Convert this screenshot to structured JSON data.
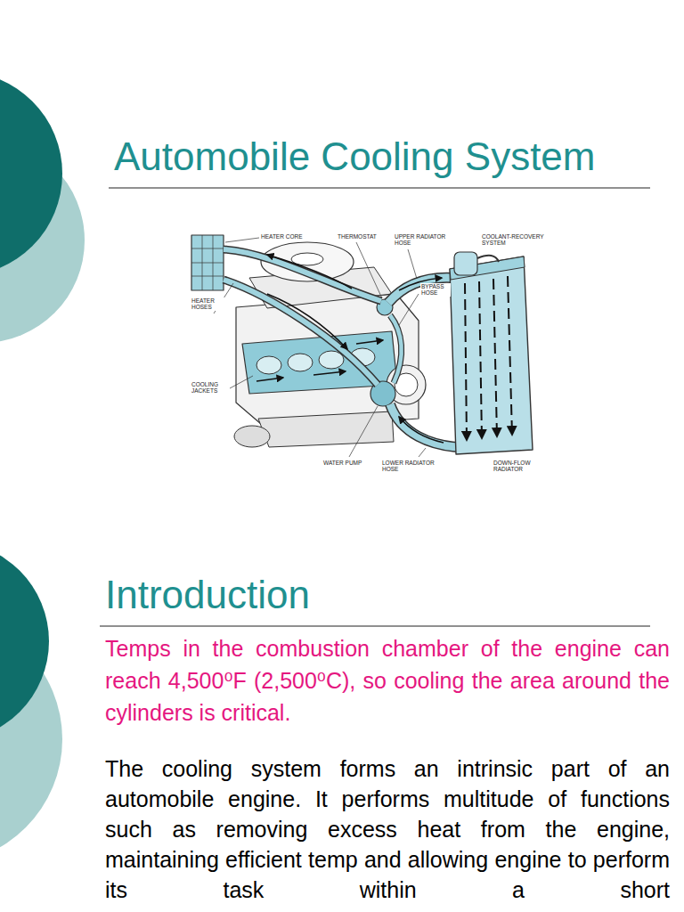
{
  "diagram": {
    "title": "Automobile Cooling System",
    "labels": [
      "HEATER CORE",
      "THERMOSTAT",
      "UPPER RADIATOR HOSE",
      "COOLANT-RECOVERY SYSTEM",
      "BYPASS HOSE",
      "HEATER HOSES",
      "COOLING JACKETS",
      "WATER PUMP",
      "LOWER RADIATOR HOSE",
      "DOWN-FLOW RADIATOR",
      "Introduction",
      "Temps in the combustion chamber of the engine can reach 4,500⁰F (2,500⁰C), so cooling the area around the cylinders is critical.",
      "The cooling system forms an intrinsic part of an automobile engine. It performs multitude of functions such as removing excess heat from the engine, maintaining efficient temp and allowing engine to perform its task within a short"
    ]
  }
}
